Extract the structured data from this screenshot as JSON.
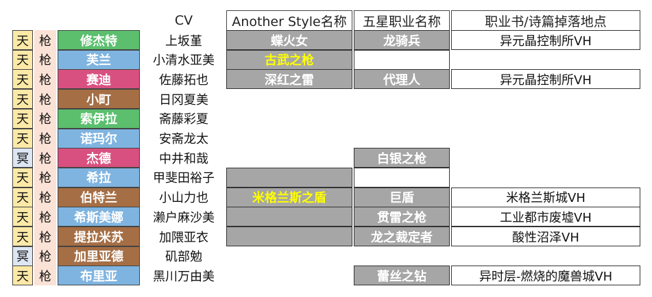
{
  "header": {
    "cv": "CV",
    "style": "Another Style名称",
    "class": "五星职业名称",
    "drop": "职业书/诗篇掉落地点"
  },
  "colors": {
    "green": "#5bbf6e",
    "blue": "#7fb4e0",
    "pink": "#d8507f",
    "brown": "#a56e45",
    "gray_fill": "#a6a6a6",
    "yellow_text": "#ffff00",
    "tian_bg": "#fde9a7",
    "ming_bg": "#dde6f3",
    "weapon_bg": "#fbe2d6"
  },
  "rows": [
    {
      "tag": "天",
      "weapon": "枪",
      "name": "修杰特",
      "name_color": "green",
      "cv": "上坂堇",
      "style": "蝶火女",
      "style_mode": "filled",
      "class": "龙骑兵",
      "class_mode": "filled",
      "drop": "异元晶控制所VH",
      "drop_mode": "border"
    },
    {
      "tag": "天",
      "weapon": "枪",
      "name": "芙兰",
      "name_color": "blue",
      "cv": "小清水亚美",
      "style": "古武之枪",
      "style_mode": "filled-yellow",
      "class": "",
      "class_mode": "border",
      "drop": "",
      "drop_mode": "none"
    },
    {
      "tag": "天",
      "weapon": "枪",
      "name": "赛迪",
      "name_color": "pink",
      "cv": "佐藤拓也",
      "style": "深红之雷",
      "style_mode": "filled",
      "class": "代理人",
      "class_mode": "filled",
      "drop": "异元晶控制所VH",
      "drop_mode": "border"
    },
    {
      "tag": "天",
      "weapon": "枪",
      "name": "小町",
      "name_color": "brown",
      "cv": "日冈夏美",
      "style": "",
      "style_mode": "none",
      "class": "",
      "class_mode": "none",
      "drop": "",
      "drop_mode": "none"
    },
    {
      "tag": "天",
      "weapon": "枪",
      "name": "索伊拉",
      "name_color": "green",
      "cv": "斋藤彩夏",
      "style": "",
      "style_mode": "none",
      "class": "",
      "class_mode": "none",
      "drop": "",
      "drop_mode": "none"
    },
    {
      "tag": "天",
      "weapon": "枪",
      "name": "诺玛尔",
      "name_color": "blue",
      "cv": "安斋龙太",
      "style": "",
      "style_mode": "none",
      "class": "",
      "class_mode": "none",
      "drop": "",
      "drop_mode": "none"
    },
    {
      "tag": "冥",
      "weapon": "枪",
      "name": "杰德",
      "name_color": "pink",
      "cv": "中井和哉",
      "style": "",
      "style_mode": "none",
      "class": "白银之枪",
      "class_mode": "filled",
      "drop": "",
      "drop_mode": "none"
    },
    {
      "tag": "天",
      "weapon": "枪",
      "name": "希拉",
      "name_color": "blue",
      "cv": "甲斐田裕子",
      "style": "",
      "style_mode": "filled",
      "class": "",
      "class_mode": "border",
      "drop": "",
      "drop_mode": "none"
    },
    {
      "tag": "天",
      "weapon": "枪",
      "name": "伯特兰",
      "name_color": "brown",
      "cv": "小山力也",
      "style": "米格兰斯之盾",
      "style_mode": "filled-yellow",
      "class": "巨盾",
      "class_mode": "filled",
      "drop": "米格兰斯城VH",
      "drop_mode": "border"
    },
    {
      "tag": "天",
      "weapon": "枪",
      "name": "希斯美娜",
      "name_color": "blue",
      "cv": "濑户麻沙美",
      "style": "",
      "style_mode": "filled",
      "class": "贯雷之枪",
      "class_mode": "filled",
      "drop": "工业都市废墟VH",
      "drop_mode": "border"
    },
    {
      "tag": "天",
      "weapon": "枪",
      "name": "提拉米苏",
      "name_color": "brown",
      "cv": "加隈亚衣",
      "style": "",
      "style_mode": "filled",
      "class": "龙之裁定者",
      "class_mode": "filled",
      "drop": "酸性沼泽VH",
      "drop_mode": "border"
    },
    {
      "tag": "冥",
      "weapon": "枪",
      "name": "加里亚德",
      "name_color": "brown",
      "cv": "矶部勉",
      "style": "",
      "style_mode": "none",
      "class": "",
      "class_mode": "none",
      "drop": "",
      "drop_mode": "none"
    },
    {
      "tag": "天",
      "weapon": "枪",
      "name": "布里亚",
      "name_color": "blue",
      "cv": "黑川万由美",
      "style": "",
      "style_mode": "none",
      "class": "蕾丝之钻",
      "class_mode": "filled",
      "drop": "异时层-燃烧的魔兽城VH",
      "drop_mode": "border"
    }
  ]
}
